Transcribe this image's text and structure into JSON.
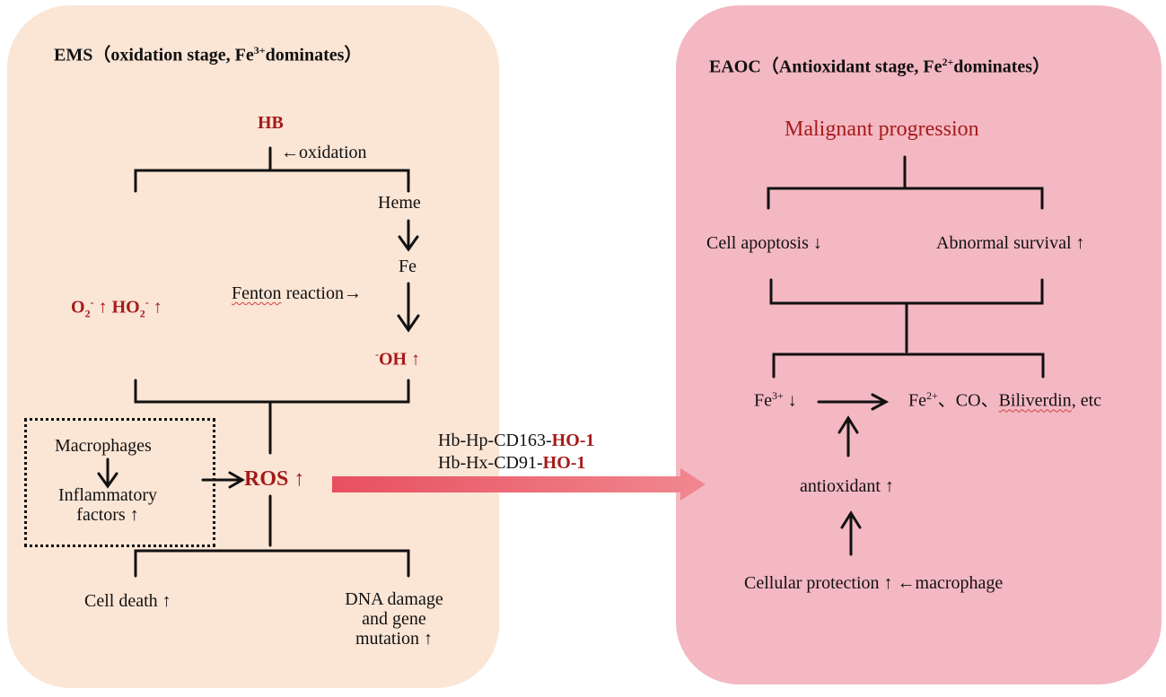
{
  "left": {
    "title_pre": "EMS（oxidation stage, Fe",
    "title_sup": "3+",
    "title_post": "dominates）",
    "hb": "HB",
    "oxidation": "←oxidation",
    "heme": "Heme",
    "fe": "Fe",
    "fenton_word": "Fenton",
    "fenton_rest": " reaction→",
    "o2": "O",
    "o2_sub": "2",
    "o2_sup": "-",
    "ho2": "HO",
    "ho2_sub": "2",
    "ho2_sup": "-",
    "up": "↑",
    "oh_sup": "-",
    "oh": "OH",
    "macrophages": "Macrophages",
    "inflammatory_line1": "Inflammatory",
    "inflammatory_line2": "factors ↑",
    "ros": "ROS",
    "cell_death": "Cell death ↑",
    "dna_line1": "DNA damage",
    "dna_line2": "and gene",
    "dna_line3": "mutation ↑"
  },
  "middle": {
    "pathway1_pre": "Hb-Hp-CD163-",
    "pathway1_ho": "HO-1",
    "pathway2_pre": "Hb-Hx-CD91-",
    "pathway2_ho": "HO-1"
  },
  "right": {
    "title_pre": "EAOC（Antioxidant stage, Fe",
    "title_sup": "2+",
    "title_post": "dominates）",
    "malignant": "Malignant progression",
    "apoptosis": "Cell apoptosis ↓",
    "abnormal": "Abnormal survival ↑",
    "fe3": "Fe",
    "fe3_sup": "3+",
    "down": "↓",
    "fe2": "Fe",
    "fe2_sup": "2+",
    "products_pre": "、CO、",
    "biliverdin": "Biliverdin",
    "products_post": ", etc",
    "antioxidant": "antioxidant ↑",
    "cellular": "Cellular protection ↑ ←macrophage"
  },
  "colors": {
    "left_panel": "#fbe5d5",
    "right_panel": "#f4b8c2",
    "dark_red": "#a41a1a",
    "big_arrow": "#e06070"
  }
}
